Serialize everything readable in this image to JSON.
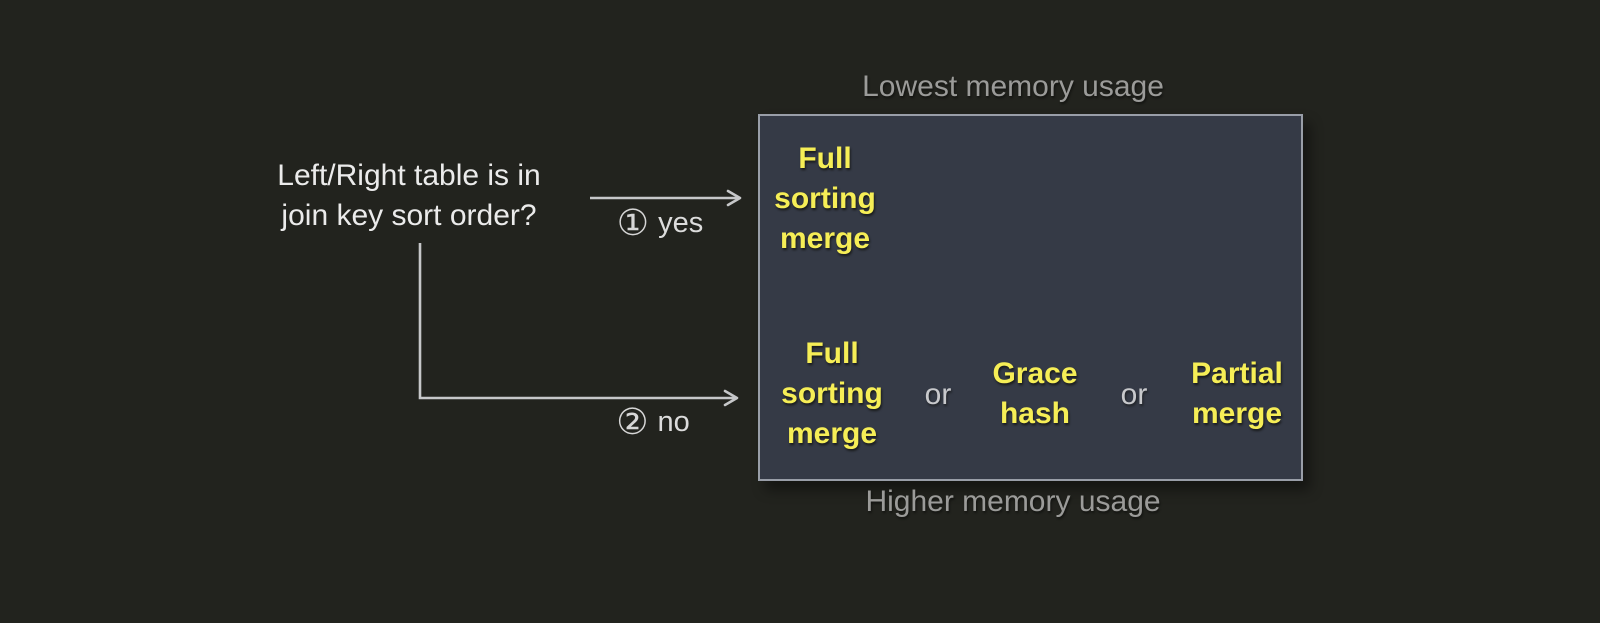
{
  "question": {
    "text": "Left/Right table is in\njoin key sort order?"
  },
  "branches": {
    "yes": {
      "number": "①",
      "label": "yes"
    },
    "no": {
      "number": "②",
      "label": "no"
    }
  },
  "box": {
    "top_caption": "Lowest memory usage",
    "bottom_caption": "Higher memory usage",
    "separator": "or",
    "sorted_options": [
      "Full\nsorting\nmerge"
    ],
    "unsorted_options": [
      "Full\nsorting\nmerge",
      "Grace\nhash",
      "Partial\nmerge"
    ]
  },
  "colors": {
    "background": "#22231e",
    "box_fill": "#353a46",
    "box_border": "#999ea8",
    "option_text": "#f6ee56",
    "separator_text": "#c8c9cc",
    "caption_text": "#9b9b99",
    "question_text": "#ebebeb",
    "connector": "#c6c7c9"
  }
}
